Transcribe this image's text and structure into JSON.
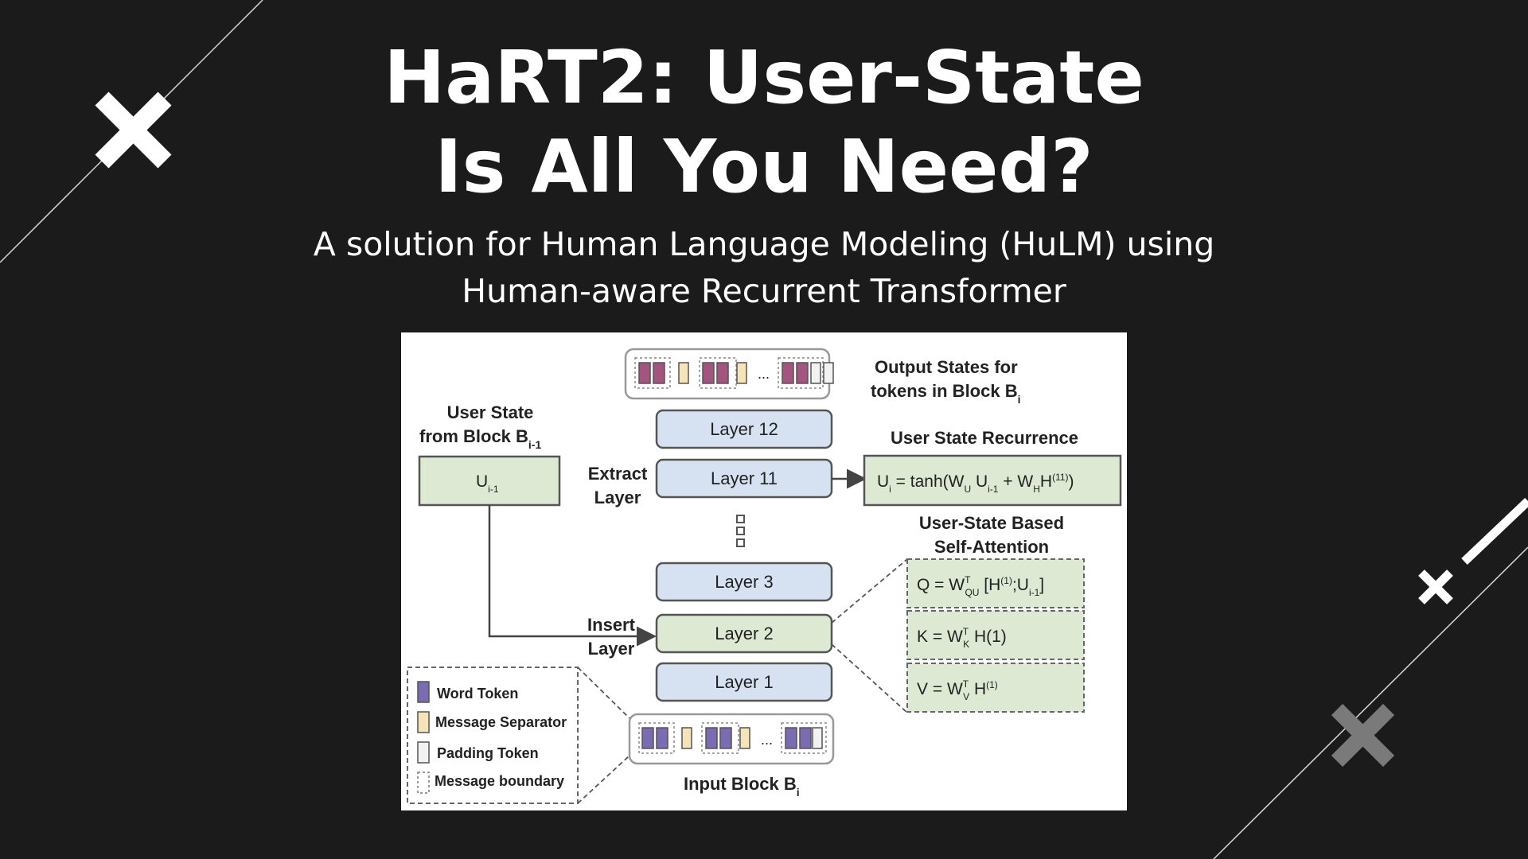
{
  "slide": {
    "title_line1": "HaRT2: User-State",
    "title_line2": "Is All You Need?",
    "subtitle_line1": "A solution for Human Language Modeling (HuLM) using",
    "subtitle_line2": "Human-aware Recurrent Transformer"
  },
  "decor": {
    "icons": [
      "x-mark-icon",
      "x-mark-icon",
      "x-mark-icon"
    ],
    "colors": {
      "background": "#1b1b1b",
      "text": "#ffffff",
      "accent_gray": "#7a7a7a"
    }
  },
  "diagram": {
    "output_title_1": "Output States for",
    "output_title_2": "tokens in Block B",
    "output_title_sub": "i",
    "user_state_title_1": "User State",
    "user_state_title_2": "from Block B",
    "user_state_title_sub": "i-1",
    "user_state_box": "U",
    "user_state_box_sub": "i-1",
    "extract_label_1": "Extract",
    "extract_label_2": "Layer",
    "insert_label_1": "Insert",
    "insert_label_2": "Layer",
    "layers": [
      "Layer 12",
      "Layer 11",
      "Layer 3",
      "Layer 2",
      "Layer 1"
    ],
    "recurrence_title": "User State Recurrence",
    "recurrence_formula": "U_i = tanh(W_U U_i-1 + W_H H^(11))",
    "attention_title_1": "User-State Based",
    "attention_title_2": "Self-Attention",
    "q_formula": "Q = W^T_QU [H^(1);U_i-1]",
    "k_formula": "K = W^T_K H(1)",
    "v_formula": "V = W^T_V H^(1)",
    "input_title": "Input Block B",
    "input_title_sub": "i",
    "ellipsis": "...",
    "legend": [
      {
        "label": "Word Token",
        "color": "#7b6bb3"
      },
      {
        "label": "Message Separator",
        "color": "#f6e3b8"
      },
      {
        "label": "Padding Token",
        "color": "#f2f2f2"
      },
      {
        "label": "Message boundary",
        "color": "#ffffff"
      }
    ],
    "colors": {
      "layer_blue": "#d6e2f2",
      "layer_green": "#dde9d3",
      "word_token_input": "#7b6bb3",
      "word_token_output": "#a3557f",
      "separator": "#f6e3b8",
      "padding": "#f2f2f2"
    }
  }
}
